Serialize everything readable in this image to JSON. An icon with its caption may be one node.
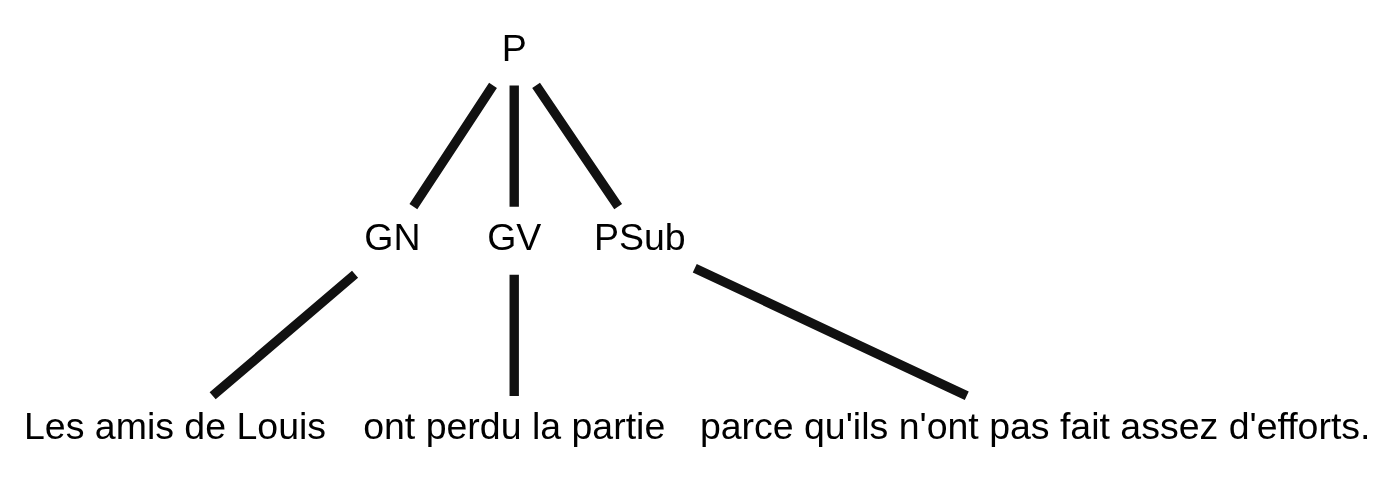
{
  "diagram": {
    "nodes": [
      {
        "text": [
          "P"
        ]
      },
      {
        "text": [
          "GN"
        ]
      },
      {
        "text": [
          "GV"
        ]
      },
      {
        "text": [
          "PSub"
        ]
      },
      {
        "text": [
          "Les amis de Louis"
        ]
      },
      {
        "text": [
          "ont perdu la partie"
        ]
      },
      {
        "text": [
          "parce qu'ils n'ont pas fait assez d'efforts."
        ]
      }
    ],
    "edges": [
      {
        "from": 0,
        "to": 1,
        "arrow": "none"
      },
      {
        "from": 0,
        "to": 2,
        "arrow": "none"
      },
      {
        "from": 0,
        "to": 3,
        "arrow": "none"
      },
      {
        "from": 1,
        "to": 4,
        "arrow": "none"
      },
      {
        "from": 2,
        "to": 5,
        "arrow": "none"
      },
      {
        "from": 3,
        "to": 6,
        "arrow": "none"
      }
    ]
  }
}
